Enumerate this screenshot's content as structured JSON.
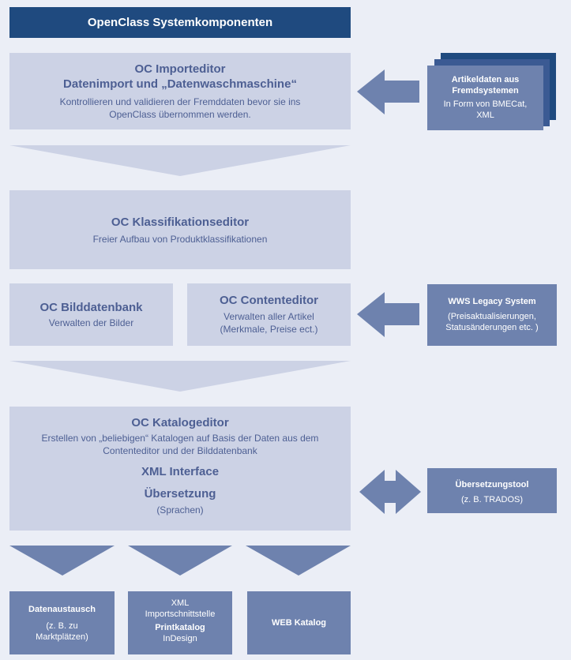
{
  "header": {
    "title": "OpenClass Systemkomponenten"
  },
  "importeditor": {
    "title": "OC Importeditor",
    "subtitle": "Datenimport und „Datenwaschmaschine“",
    "desc_line1": "Kontrollieren und validieren der Fremddaten bevor sie ins",
    "desc_line2": "OpenClass übernommen werden."
  },
  "artikeldaten": {
    "line1": "Artikeldaten aus",
    "line2": "Fremdsystemen",
    "line3": "In Form von BMECat,",
    "line4": "XML"
  },
  "klassifikation": {
    "title": "OC Klassifikationseditor",
    "desc": "Freier Aufbau von Produktklassifikationen"
  },
  "bilddatenbank": {
    "title": "OC Bilddatenbank",
    "desc": "Verwalten der Bilder"
  },
  "contenteditor": {
    "title": "OC Contenteditor",
    "desc_line1": "Verwalten aller Artikel",
    "desc_line2": "(Merkmale, Preise ect.)"
  },
  "wws": {
    "title": "WWS Legacy System",
    "line1": "(Preisaktualisierungen,",
    "line2": "Statusänderungen etc. )"
  },
  "katalogeditor": {
    "title": "OC Katalogeditor",
    "desc_line1": "Erstellen von „beliebigen“ Katalogen auf Basis der Daten aus dem",
    "desc_line2": "Contenteditor und der Bilddatenbank",
    "xml": "XML Interface",
    "uebersetzung": "Übersetzung",
    "sprachen": "(Sprachen)"
  },
  "uebersetzungstool": {
    "title": "Übersetzungstool",
    "sub": "(z. B. TRADOS)"
  },
  "outputs": {
    "datenaustausch": {
      "title": "Datenaustausch",
      "line1": "(z. B. zu",
      "line2": "Marktplätzen)"
    },
    "print": {
      "line1": "XML",
      "line2": "Importschnittstelle",
      "title": "Printkatalog",
      "line3": "InDesign"
    },
    "web": {
      "title": "WEB Katalog"
    }
  },
  "colors": {
    "background": "#ebeef6",
    "light_box": "#ccd2e5",
    "dark_box": "#6e82ae",
    "header": "#1f4a7f",
    "text_blue": "#4d5f93"
  }
}
